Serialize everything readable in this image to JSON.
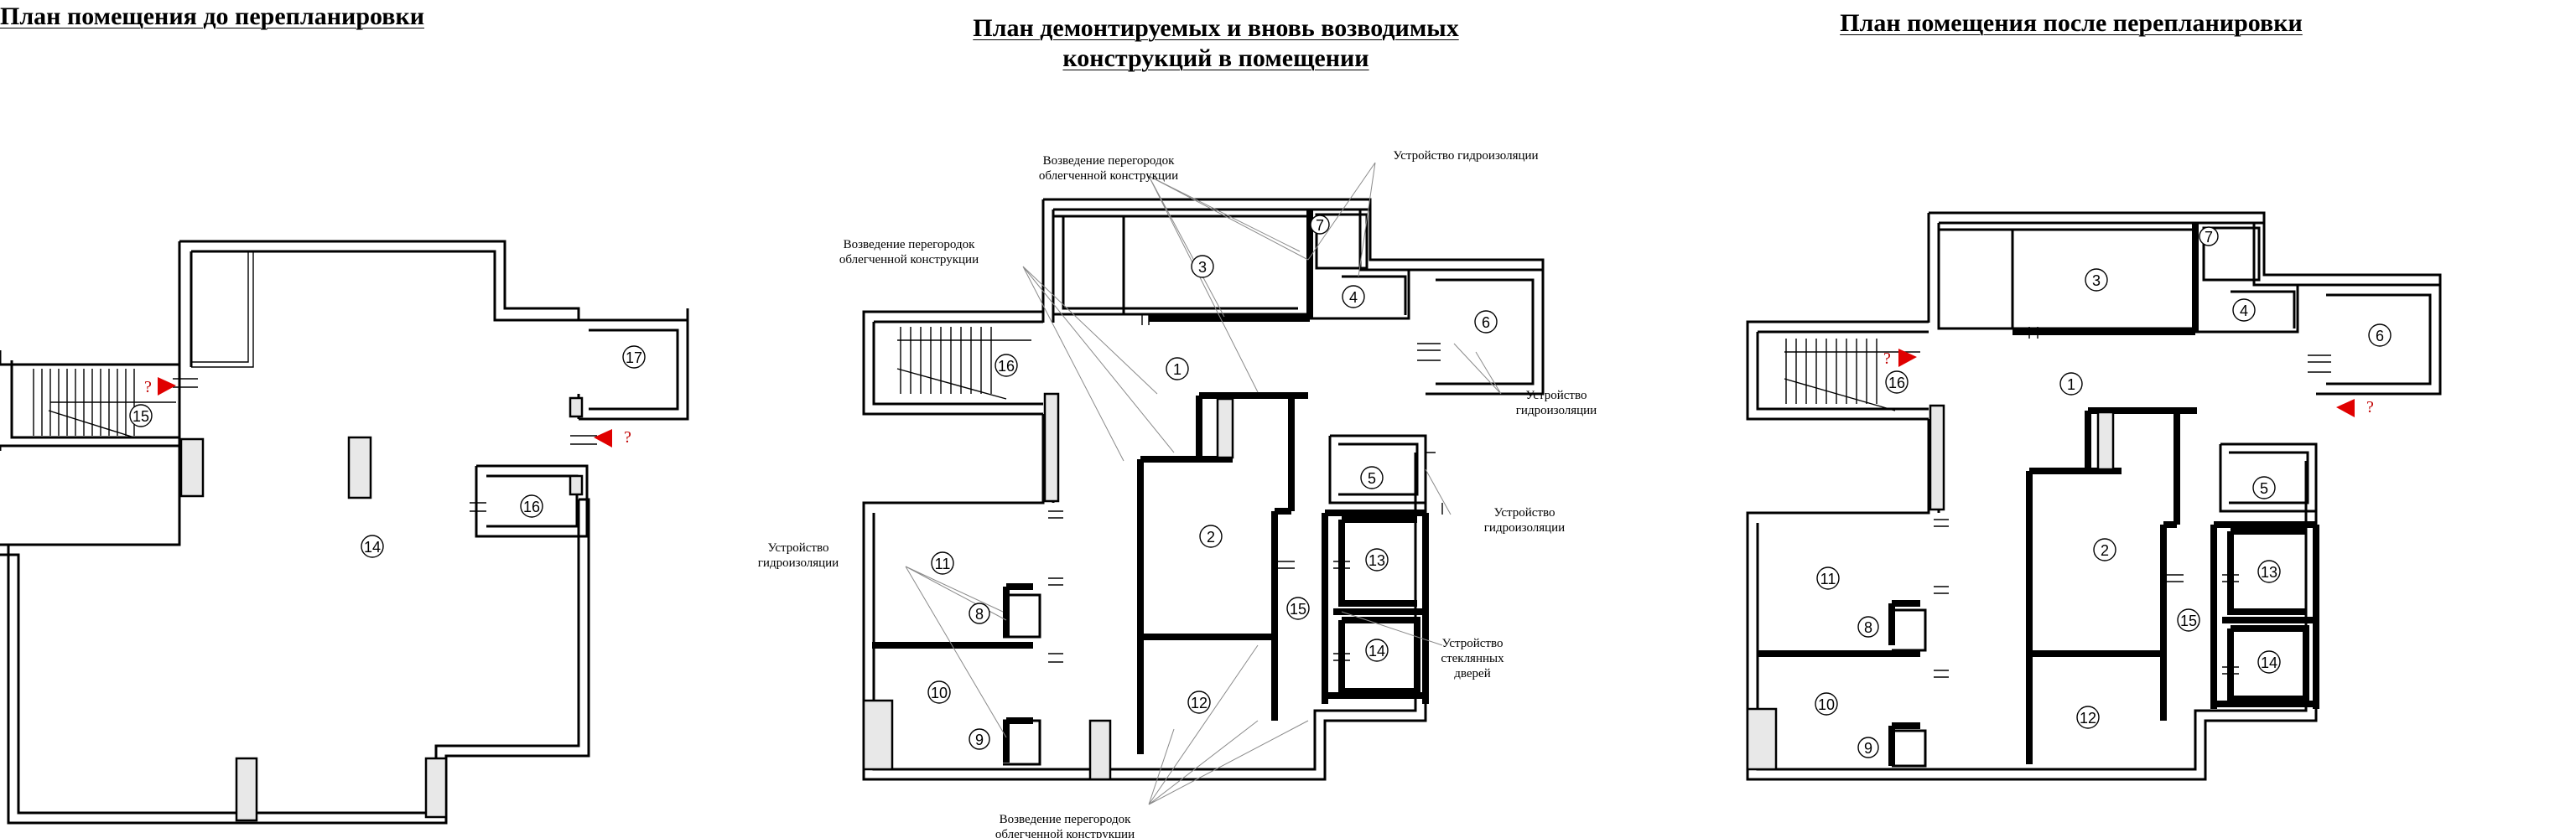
{
  "titles": {
    "before": "План помещения до перепланировки",
    "middle_line1": "План демонтируемых и вновь возводимых",
    "middle_line2": "конструкций в помещении",
    "after": "План помещения после перепланировки"
  },
  "before_plan": {
    "rooms": [
      "15",
      "14",
      "16",
      "17"
    ],
    "markers": [
      "?",
      "?"
    ]
  },
  "middle_plan": {
    "rooms": [
      "1",
      "2",
      "3",
      "4",
      "5",
      "6",
      "7",
      "8",
      "9",
      "10",
      "11",
      "12",
      "13",
      "14",
      "15",
      "16"
    ],
    "annotations": {
      "partitions_top_l1": "Возведение перегородок",
      "partitions_top_l2": "облегченной конструкции",
      "partitions_left_l1": "Возведение перегородок",
      "partitions_left_l2": "облегченной конструкции",
      "waterproof_top": "Устройство гидроизоляции",
      "waterproof_r1_l1": "Устройство",
      "waterproof_r1_l2": "гидроизоляции",
      "waterproof_r2_l1": "Устройство",
      "waterproof_r2_l2": "гидроизоляции",
      "waterproof_left_l1": "Устройство",
      "waterproof_left_l2": "гидроизоляции",
      "glass_doors_l1": "Устройство",
      "glass_doors_l2": "стеклянных",
      "glass_doors_l3": "дверей",
      "partitions_bottom_l1": "Возведение перегородок",
      "partitions_bottom_l2": "облегченной конструкции"
    }
  },
  "after_plan": {
    "rooms": [
      "1",
      "2",
      "3",
      "4",
      "5",
      "6",
      "7",
      "8",
      "9",
      "10",
      "11",
      "12",
      "13",
      "14",
      "15",
      "16"
    ],
    "markers": [
      "?",
      "?"
    ]
  }
}
